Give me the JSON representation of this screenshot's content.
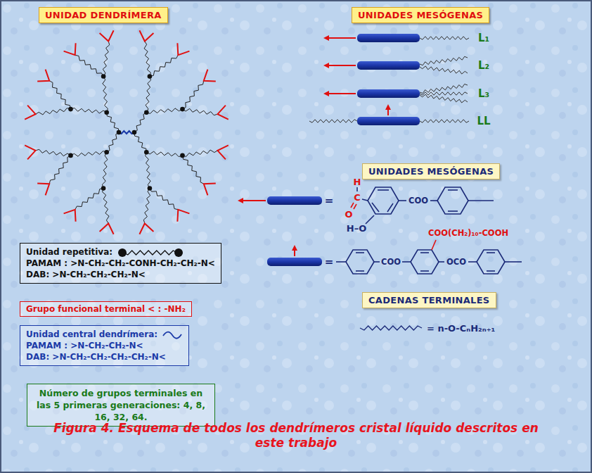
{
  "diagram": {
    "caption": "Figura 4. Esquema de todos los dendrímeros cristal líquido descritos en este trabajo",
    "nodes": [
      {
        "text": [
          "UNIDAD DENDRÍMERA"
        ]
      },
      {
        "text": [
          "UNIDADES MESÓGENAS"
        ]
      },
      {
        "text": [
          "Unidad repetitiva:",
          "PAMAM : >N-CH₂-CH₂-CONH-CH₂-CH₂-N<",
          "DAB: >N-CH₂-CH₂-CH₂-N<"
        ]
      },
      {
        "text": [
          "Grupo funcional terminal < : -NH₂"
        ]
      },
      {
        "text": [
          "Unidad central dendrímera:",
          "PAMAM : >N-CH₂-CH₂-N<",
          "DAB: >N-CH₂-CH₂-CH₂-CH₂-N<"
        ]
      },
      {
        "text": [
          "Número de grupos terminales en las 5 primeras generaciones: 4, 8, 16, 32, 64."
        ]
      },
      {
        "text": [
          "UNIDADES MESÓGENAS"
        ]
      },
      {
        "text": [
          "CADENAS TERMINALES"
        ]
      }
    ],
    "labels": [
      "L₁",
      "L₂",
      "L₃",
      "LL",
      "=",
      "H",
      "C",
      "O",
      "COO",
      "H–O",
      "=",
      "COO(CH₂)₁₀-COOH",
      "COO",
      "OCO",
      "= n-O-CₙH₂ₙ₊₁"
    ]
  }
}
